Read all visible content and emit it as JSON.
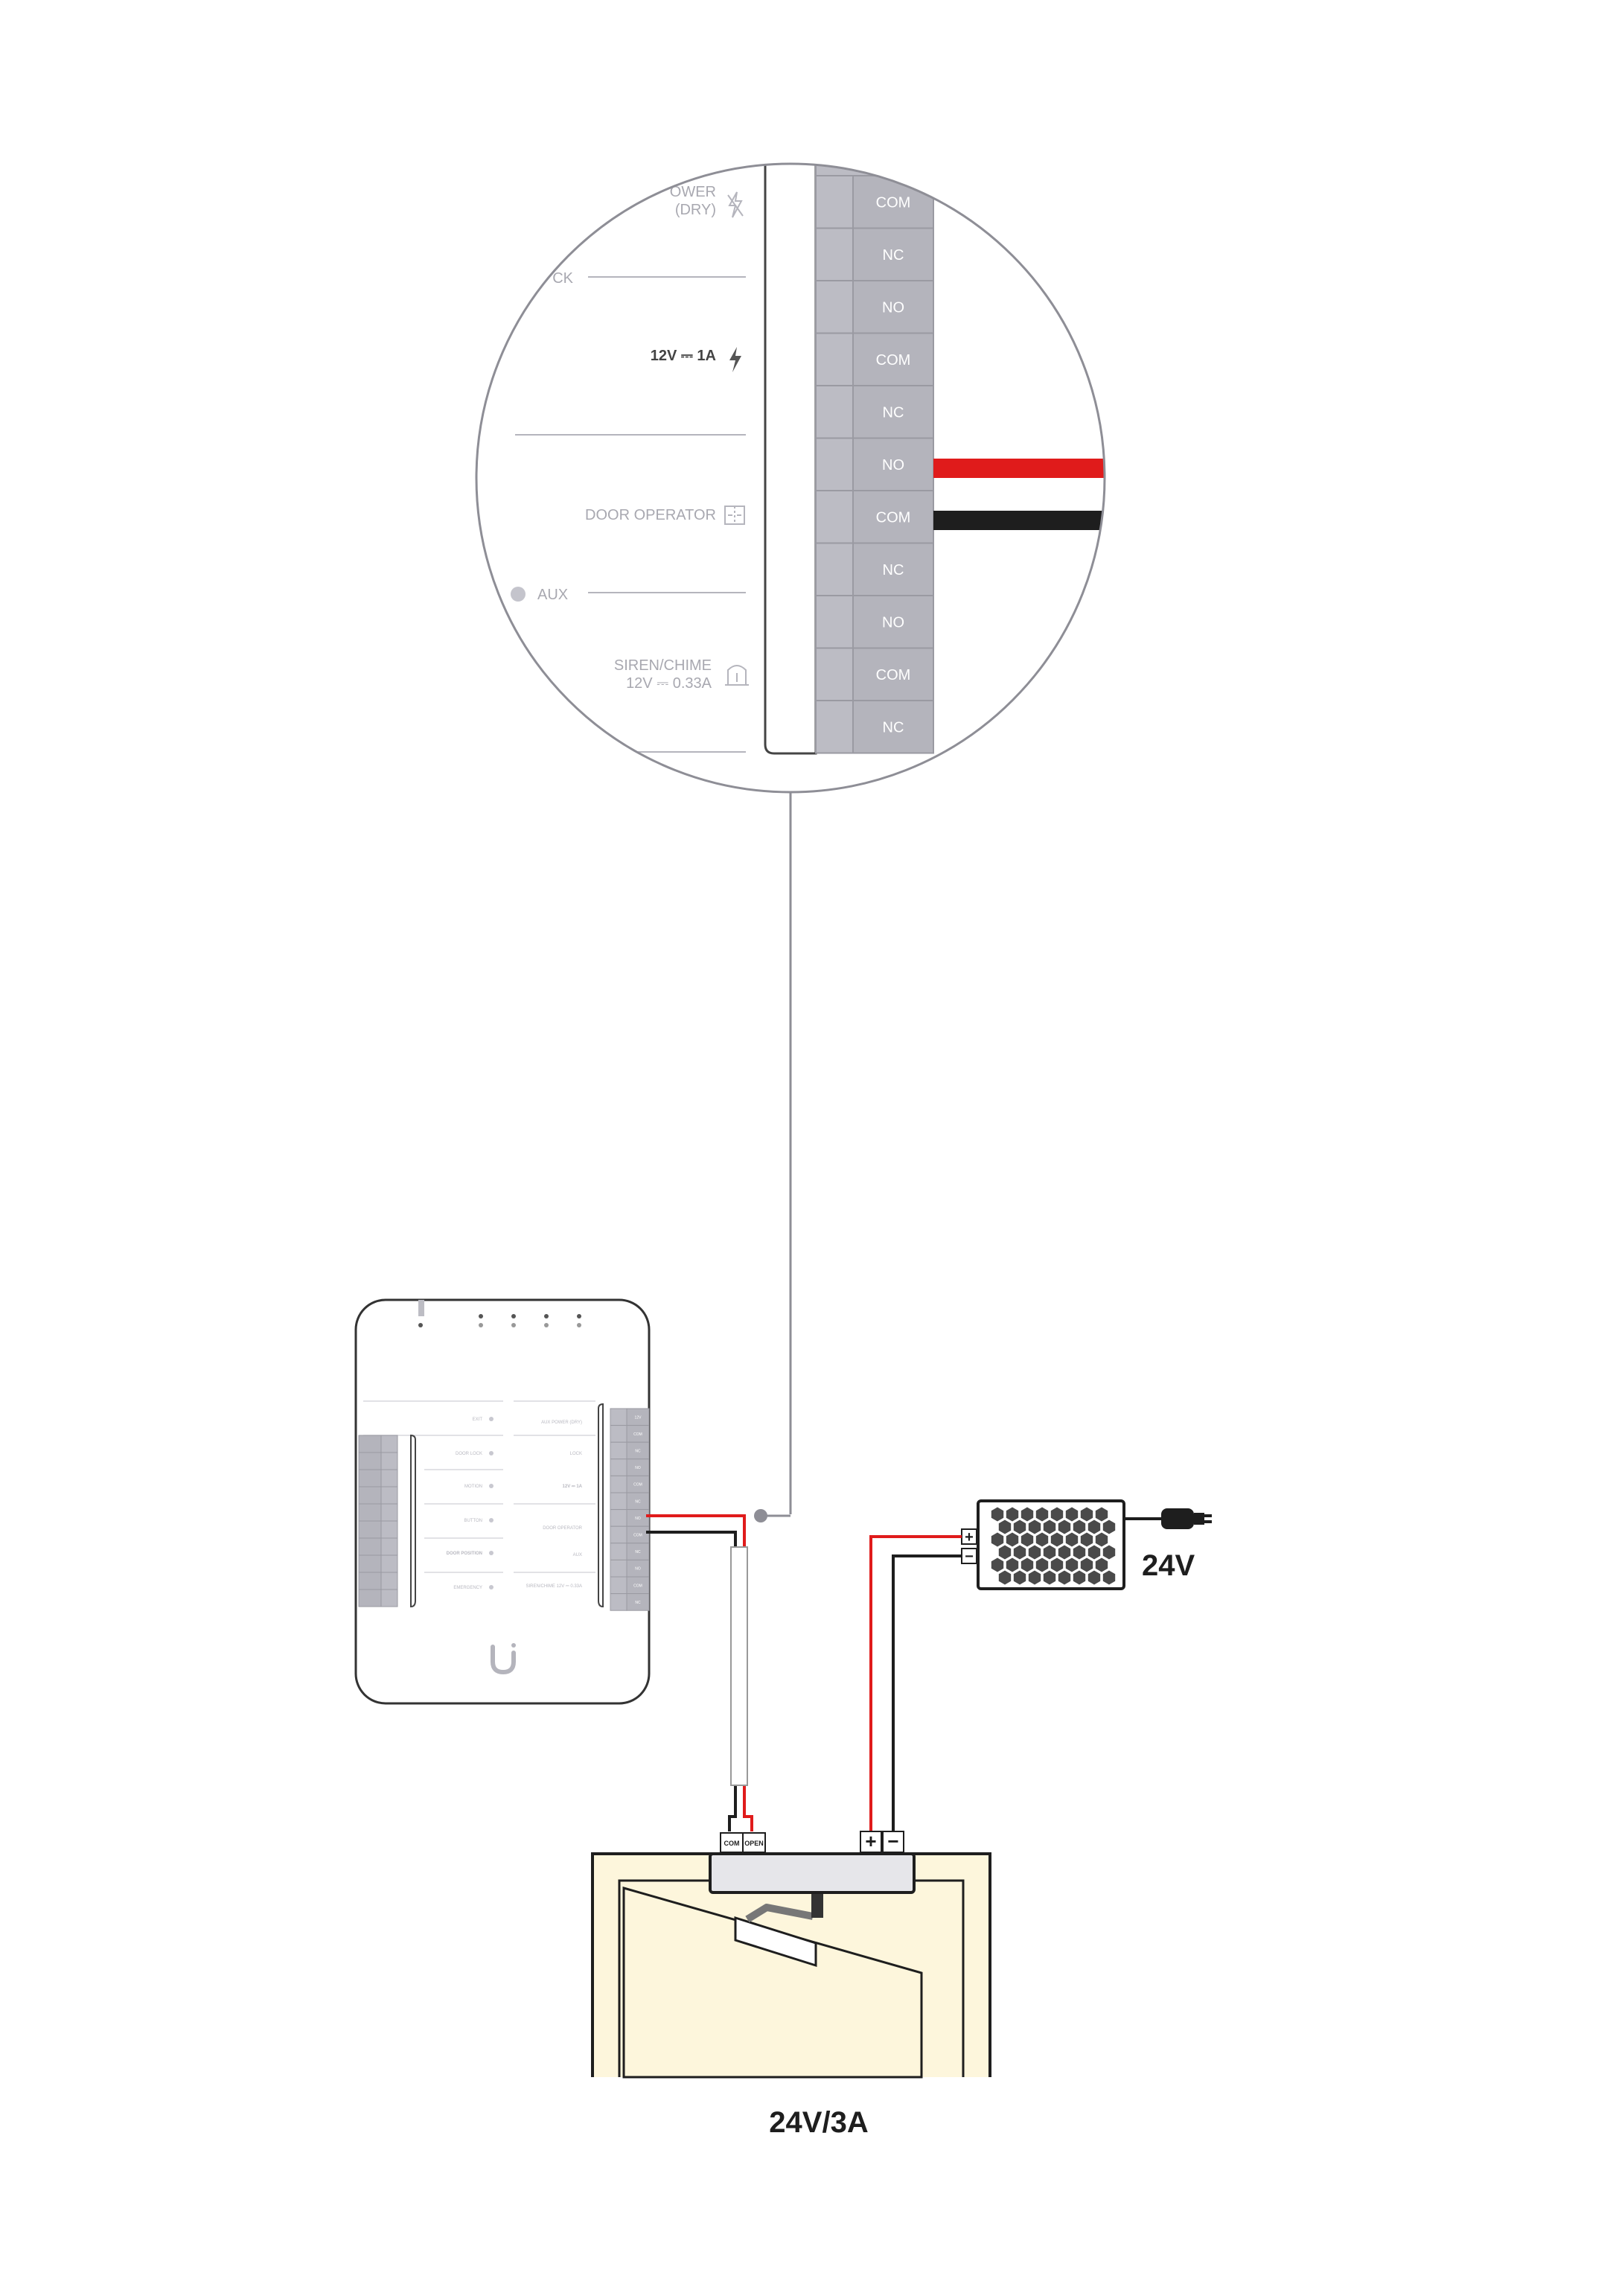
{
  "magnifier": {
    "labels": {
      "power_dry_line1": "OWER",
      "power_dry_line2": "(DRY)",
      "lock_fragment": "CK",
      "supply": "12V ⎓ 1A",
      "door_operator": "DOOR OPERATOR",
      "aux": "AUX",
      "siren_line1": "SIREN/CHIME",
      "siren_line2": "12V ⎓ 0.33A"
    },
    "terminals": [
      "COM",
      "NC",
      "NO",
      "COM",
      "NC",
      "NO",
      "COM",
      "NC",
      "NO",
      "COM",
      "NC"
    ],
    "wire_colors": {
      "red": "#e01b1b",
      "black": "#1e1e1e"
    }
  },
  "hub": {
    "left_labels": [
      "EXIT",
      "DOOR LOCK",
      "MOTION",
      "BUTTON",
      "DOOR POSITION",
      "EMERGENCY"
    ],
    "right_labels": [
      "AUX POWER (DRY)",
      "LOCK",
      "12V ⎓ 1A",
      "DOOR OPERATOR",
      "AUX",
      "SIREN/CHIME 12V ⎓ 0.33A"
    ],
    "right_terminals": [
      "12V",
      "COM",
      "NC",
      "NO",
      "COM",
      "NC",
      "NO",
      "COM",
      "NC",
      "NO",
      "COM",
      "NC"
    ],
    "logo": "U"
  },
  "operator": {
    "com_label": "COM",
    "open_label": "OPEN",
    "plus_label": "+",
    "minus_label": "−"
  },
  "psu": {
    "label": "24V",
    "plus_label": "+",
    "minus_label": "−"
  },
  "door_rating": "24V/3A"
}
